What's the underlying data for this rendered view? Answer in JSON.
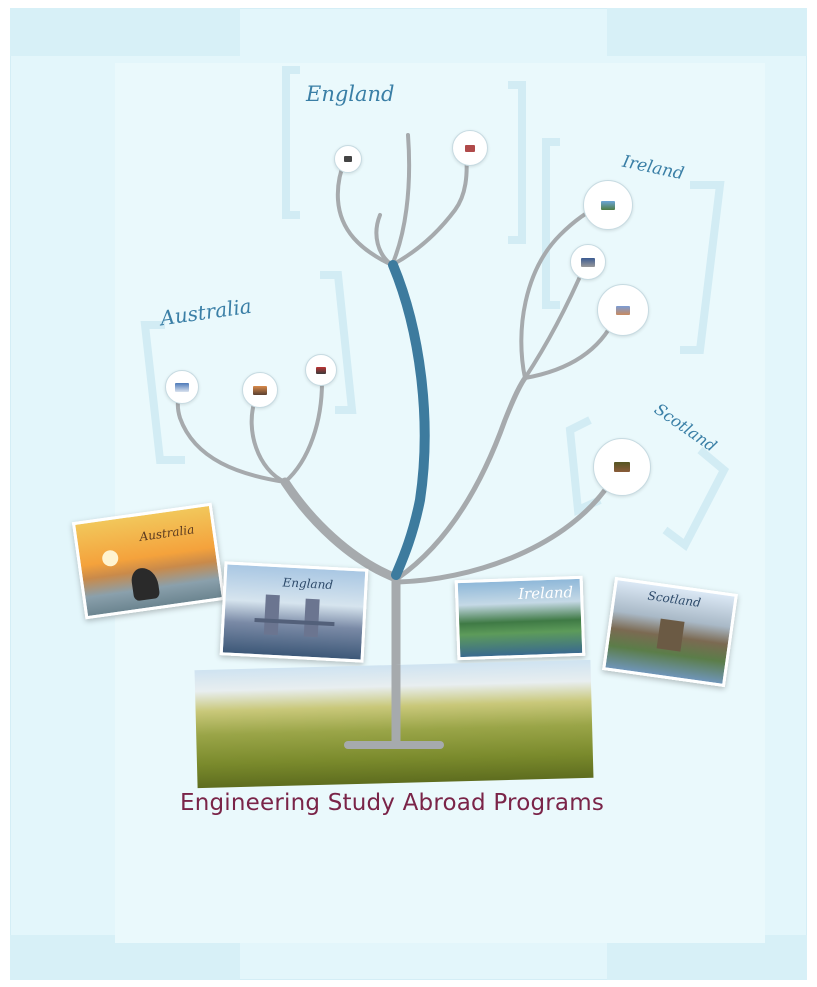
{
  "title": "Engineering Study Abroad Programs",
  "regions": [
    {
      "id": "england",
      "label": "England"
    },
    {
      "id": "ireland",
      "label": "Ireland"
    },
    {
      "id": "australia",
      "label": "Australia"
    },
    {
      "id": "scotland",
      "label": "Scotland"
    }
  ],
  "photos": [
    {
      "id": "australia",
      "caption": "Australia"
    },
    {
      "id": "england",
      "caption": "England"
    },
    {
      "id": "ireland",
      "caption": "Ireland"
    },
    {
      "id": "scotland",
      "caption": "Scotland"
    }
  ],
  "colors": {
    "background": "#e3f6fb",
    "branch": "#a6aaad",
    "trunk_highlight": "#3d7b9e",
    "title": "#7a2448",
    "labels": "#3a7fa6"
  }
}
